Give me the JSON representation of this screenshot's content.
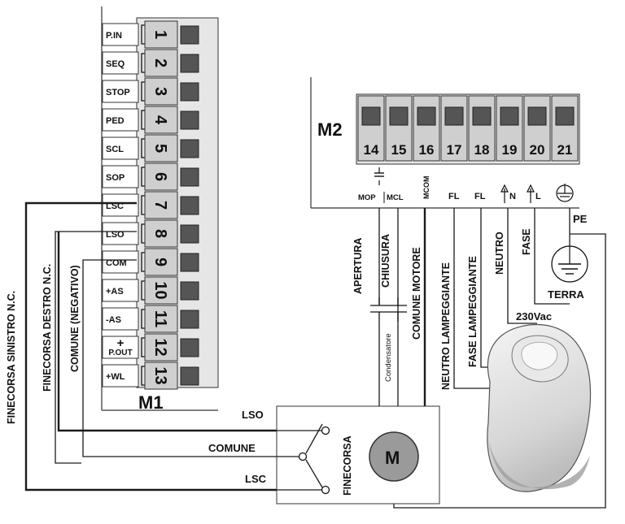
{
  "m1": {
    "title": "M1",
    "terminals": [
      {
        "label": "P.IN",
        "num": "1"
      },
      {
        "label": "SEQ",
        "num": "2"
      },
      {
        "label": "STOP",
        "num": "3"
      },
      {
        "label": "PED",
        "num": "4"
      },
      {
        "label": "SCL",
        "num": "5"
      },
      {
        "label": "SOP",
        "num": "6"
      },
      {
        "label": "LSC",
        "num": "7"
      },
      {
        "label": "LSO",
        "num": "8"
      },
      {
        "label": "COM",
        "num": "9"
      },
      {
        "label": "+AS",
        "num": "10"
      },
      {
        "label": "-AS",
        "num": "11"
      },
      {
        "label": "+ P.OUT",
        "num": "12"
      },
      {
        "label": "+WL",
        "num": "13"
      }
    ]
  },
  "m2": {
    "title": "M2",
    "terminals": [
      "14",
      "15",
      "16",
      "17",
      "18",
      "19",
      "20",
      "21"
    ],
    "sublabels": {
      "mop": "MOP",
      "mcl": "MCL",
      "mcom": "MCOM",
      "fl1": "FL",
      "fl2": "FL",
      "n": "N",
      "l": "L"
    }
  },
  "wire_labels": {
    "finecorsa_sinistro": "FINECORSA SINISTRO N.C.",
    "finecorsa_destro": "FINECORSA DESTRO N.C.",
    "comune_negativo": "COMUNE (NEGATIVO)",
    "apertura": "APERTURA",
    "chiusura": "CHIUSURA",
    "comune_motore": "COMUNE MOTORE",
    "neutro_lampeggiante": "NEUTRO LAMPEGGIANTE",
    "fase_lampeggiante": "FASE LAMPEGGIANTE",
    "neutro": "NEUTRO",
    "fase": "FASE",
    "pe": "PE",
    "terra": "TERRA",
    "voltage": "230Vac",
    "condensatore": "Condensatore"
  },
  "motor_box": {
    "lso": "LSO",
    "comune": "COMUNE",
    "lsc": "LSC",
    "finecorsa": "FINECORSA",
    "motor": "M"
  }
}
